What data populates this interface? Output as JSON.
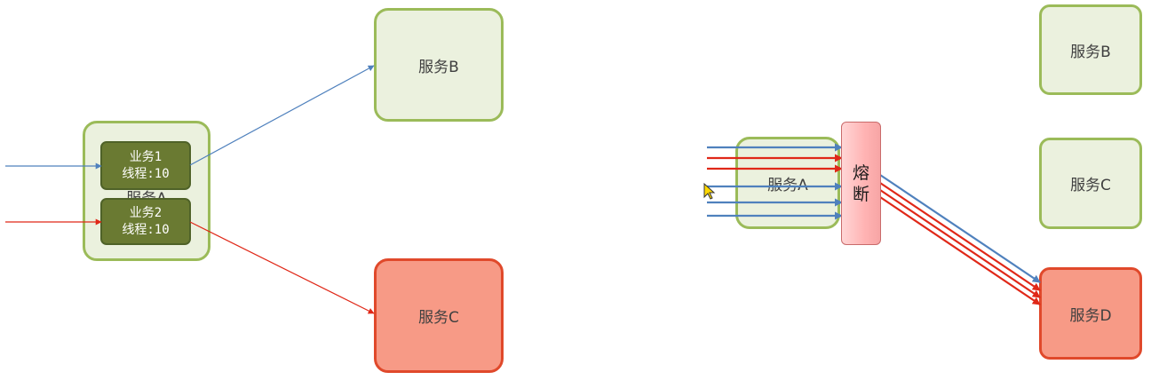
{
  "left_diagram": {
    "service_a": "服务A",
    "service_b": "服务B",
    "service_c": "服务C",
    "business_1": {
      "name": "业务1",
      "threads": "线程:10"
    },
    "business_2": {
      "name": "业务2",
      "threads": "线程:10"
    }
  },
  "right_diagram": {
    "service_a": "服务A",
    "service_b": "服务B",
    "service_c": "服务C",
    "service_d": "服务D",
    "breaker_char_1": "熔",
    "breaker_char_2": "断"
  },
  "colors": {
    "green_fill": "#ebf1de",
    "green_border": "#9bbb59",
    "red_fill": "#f79a86",
    "red_border": "#e0492b",
    "inner_fill": "#6a7a32",
    "blue_arrow": "#4f81bd",
    "red_arrow": "#e02818",
    "breaker_fill": "#ffb3b3"
  }
}
